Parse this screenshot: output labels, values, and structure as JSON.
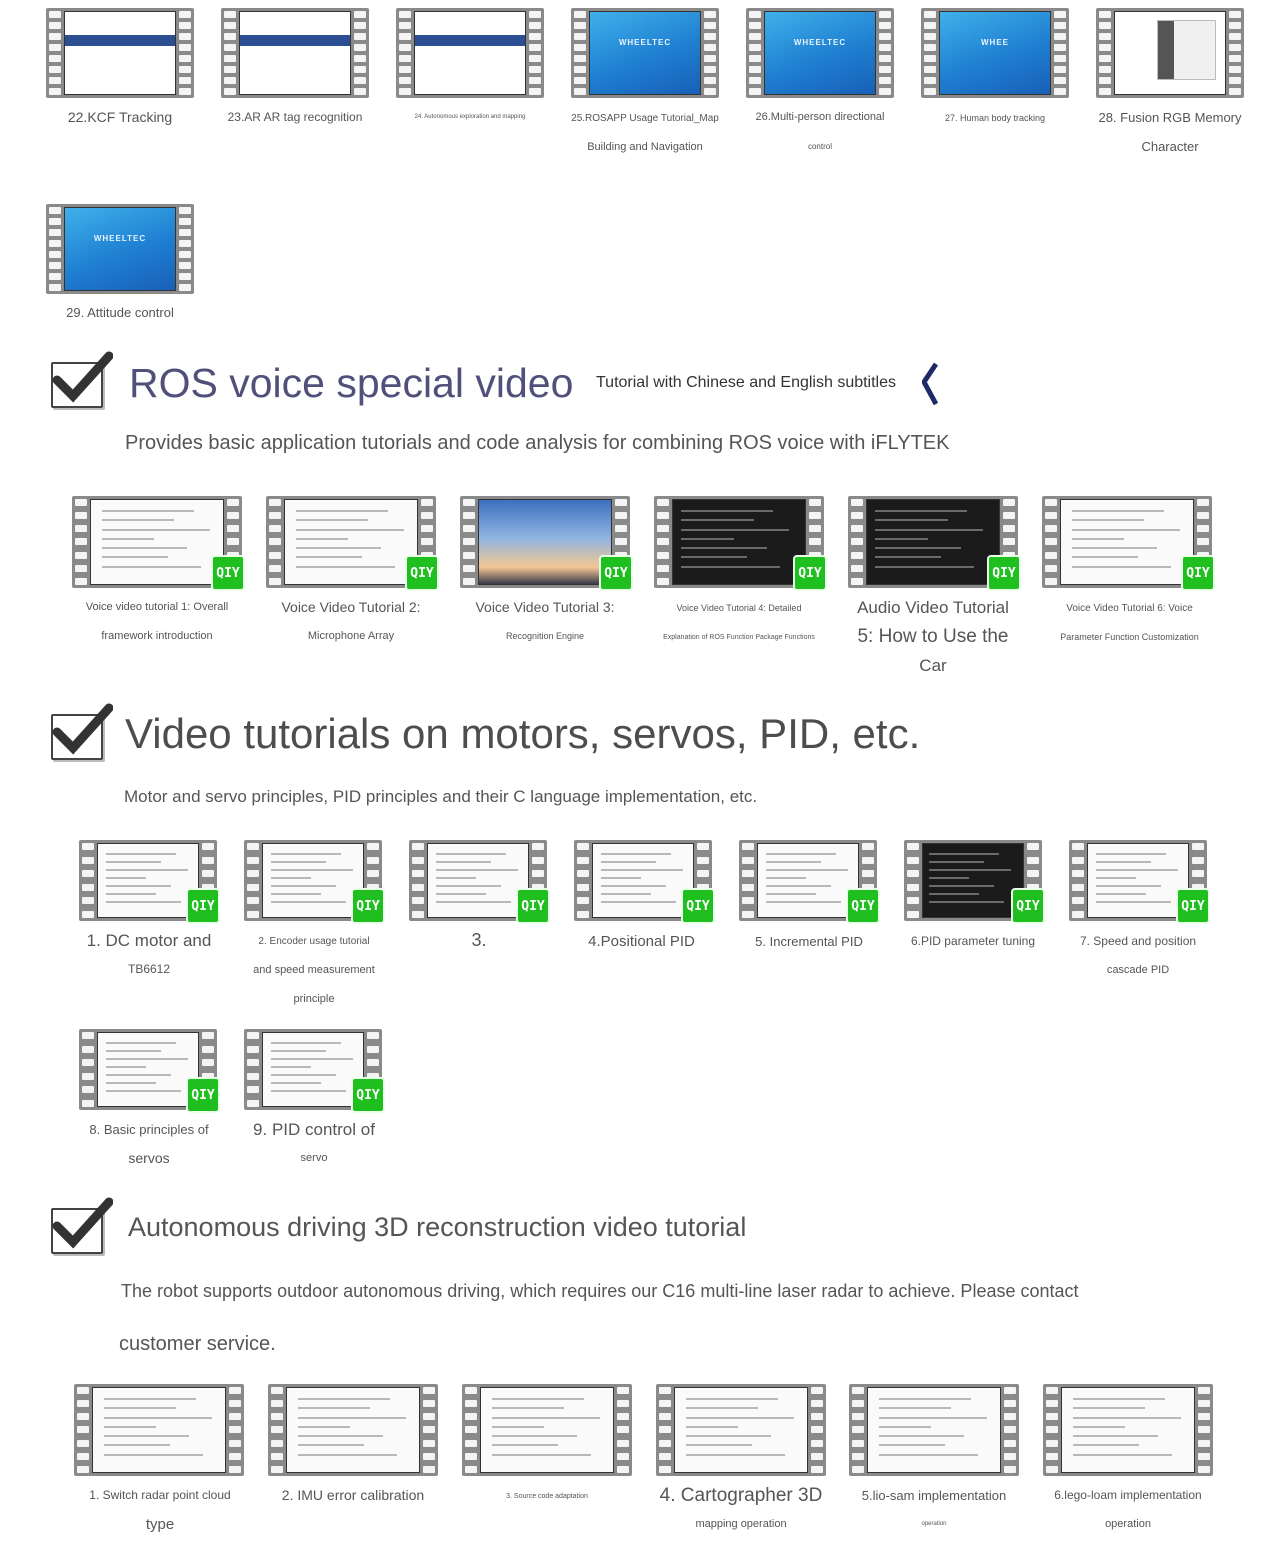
{
  "top_row": [
    {
      "caption": [
        "22.KCF Tracking"
      ],
      "screen": "band"
    },
    {
      "caption": [
        "23.AR AR tag recognition"
      ],
      "screen": "band"
    },
    {
      "caption": [
        "24. Autonomous exploration and mapping"
      ],
      "screen": "band"
    },
    {
      "caption": [
        "25.ROSAPP Usage Tutorial_Map",
        "Building and Navigation"
      ],
      "screen": "blue",
      "logo": "WHEELTEC"
    },
    {
      "caption": [
        "26.Multi-person directional",
        "control"
      ],
      "screen": "blue",
      "logo": "WHEELTEC"
    },
    {
      "caption": [
        "27. Human body tracking"
      ],
      "screen": "blue",
      "logo": "WHEE"
    },
    {
      "caption": [
        "28. Fusion RGB Memory",
        "Character"
      ],
      "screen": "win"
    },
    {
      "caption": [
        "29. Attitude control"
      ],
      "screen": "blue",
      "logo": "WHEELTEC"
    }
  ],
  "voice": {
    "title": "ROS voice special video",
    "subtitle": "Tutorial with Chinese and English subtitles",
    "description": "Provides basic application tutorials and code analysis for combining ROS voice with iFLYTEK",
    "items": [
      {
        "caption": [
          "Voice video tutorial 1: Overall",
          "framework introduction"
        ],
        "screen": "doc"
      },
      {
        "caption": [
          "Voice Video Tutorial 2:",
          "Microphone Array"
        ],
        "screen": "doc"
      },
      {
        "caption": [
          "Voice Video Tutorial 3:",
          "Recognition Engine"
        ],
        "screen": "sky"
      },
      {
        "caption": [
          "Voice Video Tutorial 4: Detailed",
          "Explanation of ROS Function Package Functions"
        ],
        "screen": "dark"
      },
      {
        "caption": [
          "Audio Video Tutorial",
          "5: How to Use the",
          "Car"
        ],
        "screen": "dark"
      },
      {
        "caption": [
          "Voice Video Tutorial 6: Voice",
          "Parameter Function Customization"
        ],
        "screen": "doc"
      }
    ]
  },
  "motors": {
    "title": "Video tutorials on motors, servos, PID, etc.",
    "description": "Motor and servo principles, PID principles and their C language implementation, etc.",
    "items": [
      {
        "caption": [
          "1. DC motor and",
          "TB6612"
        ],
        "screen": "doc"
      },
      {
        "caption": [
          "2. Encoder usage tutorial",
          "and speed measurement",
          "principle"
        ],
        "screen": "doc"
      },
      {
        "caption": [
          "3."
        ],
        "screen": "doc"
      },
      {
        "caption": [
          "4.Positional PID"
        ],
        "screen": "doc"
      },
      {
        "caption": [
          "5. Incremental PID"
        ],
        "screen": "doc"
      },
      {
        "caption": [
          "6.PID parameter tuning"
        ],
        "screen": "dark"
      },
      {
        "caption": [
          "7. Speed and position",
          "cascade PID"
        ],
        "screen": "doc"
      },
      {
        "caption": [
          "8. Basic principles of",
          "servos"
        ],
        "screen": "doc"
      },
      {
        "caption": [
          "9. PID control of",
          "servo"
        ],
        "screen": "doc"
      }
    ]
  },
  "driving": {
    "title": "Autonomous driving 3D reconstruction video tutorial",
    "description_line1": "The robot supports outdoor autonomous driving, which requires our C16 multi-line laser radar to achieve. Please contact",
    "description_line2": "customer service.",
    "items": [
      {
        "caption": [
          "1. Switch radar point cloud",
          "type"
        ],
        "screen": "doc"
      },
      {
        "caption": [
          "2. IMU error calibration"
        ],
        "screen": "doc"
      },
      {
        "caption": [
          "3. Source code adaptation"
        ],
        "screen": "doc"
      },
      {
        "caption": [
          "4. Cartographer 3D",
          "mapping operation"
        ],
        "screen": "doc"
      },
      {
        "caption": [
          "5.lio-sam implementation",
          "operation"
        ],
        "screen": "doc"
      },
      {
        "caption": [
          "6.lego-loam implementation",
          "operation"
        ],
        "screen": "doc"
      }
    ]
  },
  "badge_text": "QIY",
  "colors": {
    "heading": "#50507a",
    "film": "#8a8a8a",
    "band": "#2c4f94",
    "badge": "#1fbf1f"
  }
}
